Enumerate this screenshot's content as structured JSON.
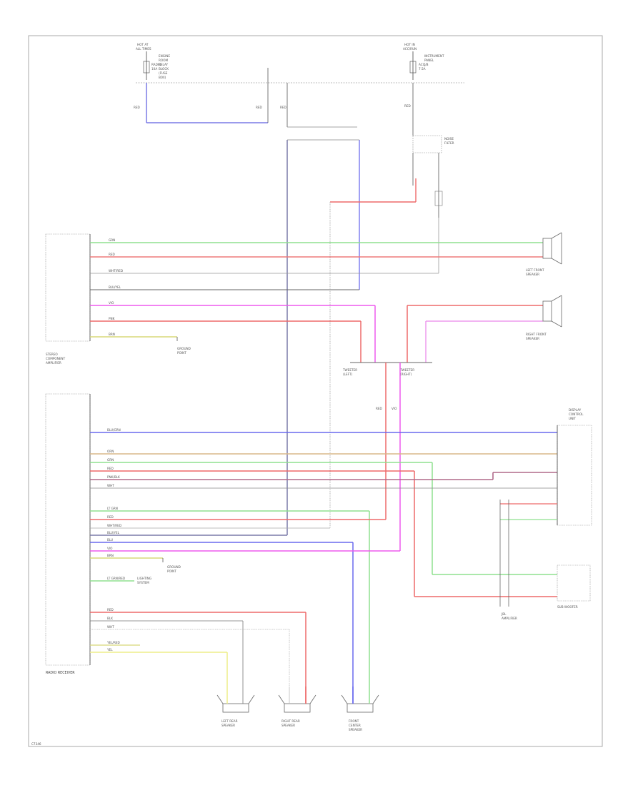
{
  "diagram": {
    "fuse_left": {
      "title": [
        "HOT AT",
        "ALL TIMES"
      ],
      "fuse": [
        "RADIO",
        "10A"
      ],
      "desc": [
        "ENGINE",
        "ROOM",
        "RELAY",
        "BLOCK",
        "(FUSE",
        "BOX)"
      ]
    },
    "fuse_right": {
      "title": [
        "HOT IN",
        "ACC/RUN"
      ],
      "fuse": [
        "ACC",
        "7.5A"
      ],
      "desc": [
        "INSTRUMENT",
        "PANEL",
        "J/B"
      ]
    },
    "noise_filter": [
      "NOISE",
      "FILTER"
    ],
    "wire_codes": {
      "gr": "GRN",
      "rd": "RED",
      "wt_red": "WHT/RED",
      "blu_yel": "BLU/YEL",
      "vio": "VIO",
      "pnk": "PNK",
      "brn": "BRN",
      "blu_grn": "BLU/GRN",
      "orn": "ORN",
      "pnk_blk": "PNK/BLK",
      "wht": "WHT",
      "lt_grn": "LT GRN",
      "blu": "BLU",
      "yel": "YEL",
      "lt_grn_red": "LT GRN/RED",
      "yel_red": "YEL/RED",
      "blk": "BLK"
    },
    "stereo_amp": [
      "STEREO",
      "COMPONENT",
      "AMPLIFIER"
    ],
    "radio": "RADIO RECEIVER",
    "speakers": {
      "left_front": [
        "LEFT FRONT",
        "SPEAKER"
      ],
      "right_front": [
        "RIGHT FRONT",
        "SPEAKER"
      ],
      "left_rear": [
        "LEFT REAR",
        "SPEAKER"
      ],
      "right_rear": [
        "RIGHT REAR",
        "SPEAKER"
      ],
      "front_center": [
        "FRONT",
        "CENTER",
        "SPEAKER"
      ],
      "sub_woofer": [
        "SUB WOOFER"
      ]
    },
    "grounds": {
      "g1": [
        "GROUND",
        "POINT"
      ],
      "g2": [
        "GROUND",
        "POINT"
      ]
    },
    "tweeters": {
      "left": [
        "TWEETER",
        "(LEFT)"
      ],
      "right": [
        "TWEETER",
        "(RIGHT)"
      ]
    },
    "display": [
      "DISPLAY",
      "CONTROL",
      "UNIT"
    ],
    "jbl_unit": [
      "JBL",
      "AMPLIFIER"
    ],
    "illum": [
      "LIGHTING",
      "SYSTEM"
    ],
    "footer": "C7346"
  }
}
